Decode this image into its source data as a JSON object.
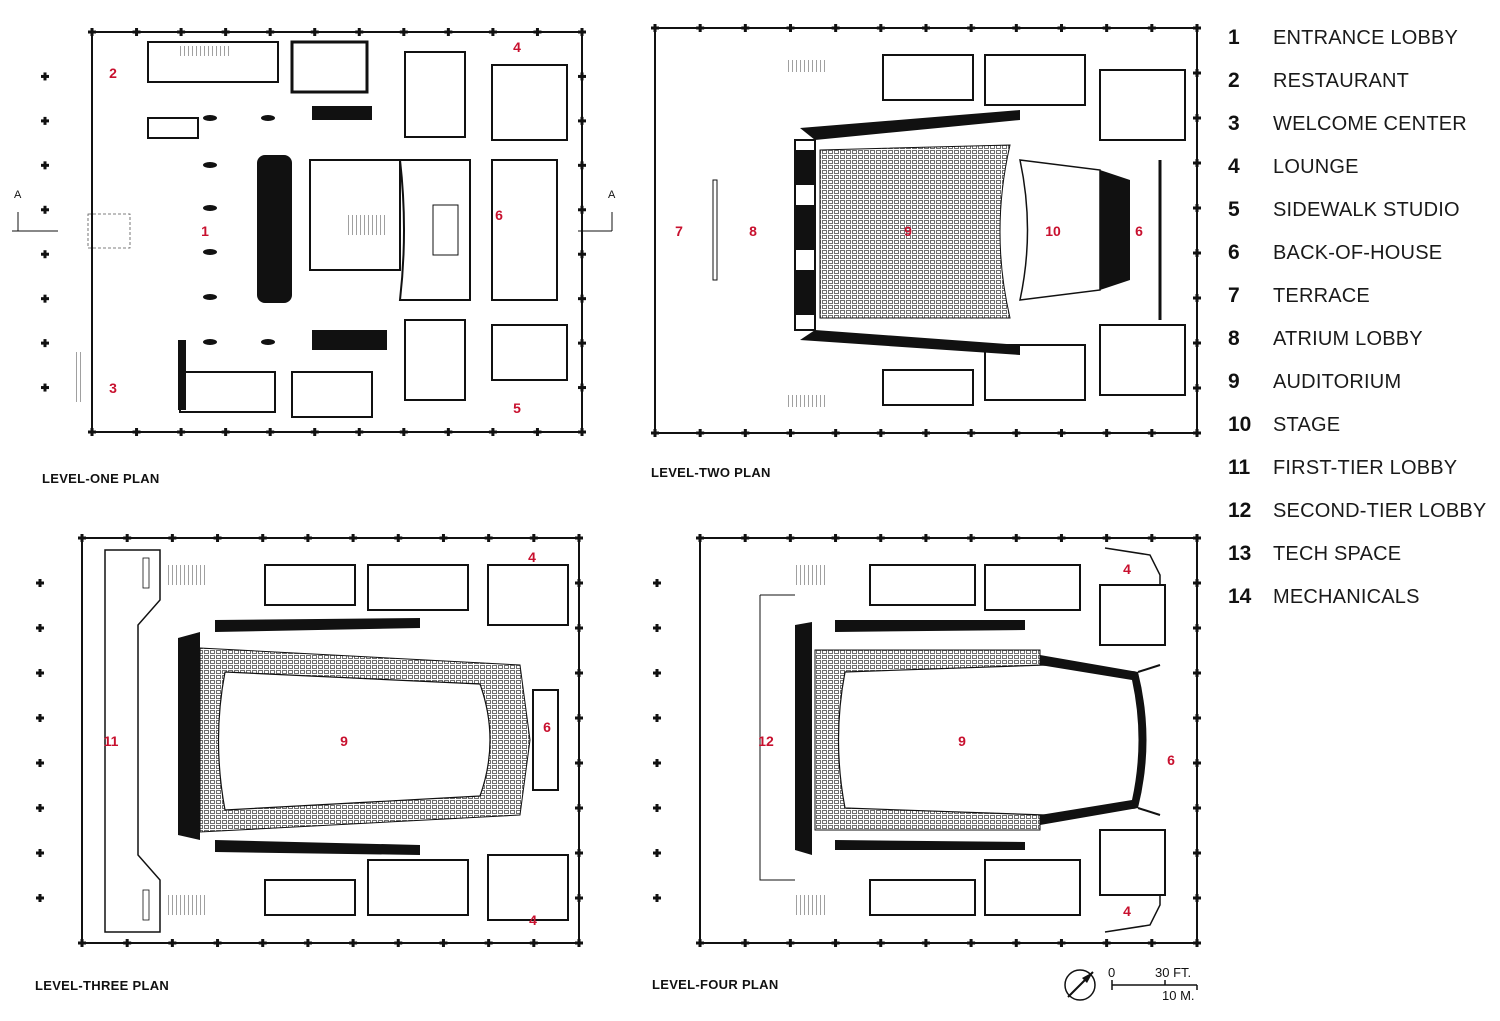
{
  "legend": [
    {
      "num": "1",
      "label": "ENTRANCE LOBBY"
    },
    {
      "num": "2",
      "label": "RESTAURANT"
    },
    {
      "num": "3",
      "label": "WELCOME CENTER"
    },
    {
      "num": "4",
      "label": "LOUNGE"
    },
    {
      "num": "5",
      "label": "SIDEWALK STUDIO"
    },
    {
      "num": "6",
      "label": "BACK-OF-HOUSE"
    },
    {
      "num": "7",
      "label": "TERRACE"
    },
    {
      "num": "8",
      "label": "ATRIUM LOBBY"
    },
    {
      "num": "9",
      "label": "AUDITORIUM"
    },
    {
      "num": "10",
      "label": "STAGE"
    },
    {
      "num": "11",
      "label": "FIRST-TIER LOBBY"
    },
    {
      "num": "12",
      "label": "SECOND-TIER LOBBY"
    },
    {
      "num": "13",
      "label": "TECH SPACE"
    },
    {
      "num": "14",
      "label": "MECHANICALS"
    }
  ],
  "plans": {
    "level_one": {
      "title": "LEVEL-ONE PLAN",
      "rooms": [
        "1",
        "2",
        "3",
        "4",
        "5",
        "6"
      ],
      "section_marker": "A"
    },
    "level_two": {
      "title": "LEVEL-TWO PLAN",
      "rooms": [
        "7",
        "8",
        "9",
        "10",
        "6"
      ],
      "section_marker": "A"
    },
    "level_three": {
      "title": "LEVEL-THREE PLAN",
      "rooms": [
        "4",
        "11",
        "9",
        "6",
        "4"
      ]
    },
    "level_four": {
      "title": "LEVEL-FOUR PLAN",
      "rooms": [
        "4",
        "12",
        "9",
        "6",
        "4"
      ]
    }
  },
  "scale": {
    "zero": "0",
    "feet": "30 FT.",
    "meters": "10 M."
  },
  "colors": {
    "linework": "#111111",
    "room_number": "#c8102e",
    "background": "#ffffff"
  }
}
